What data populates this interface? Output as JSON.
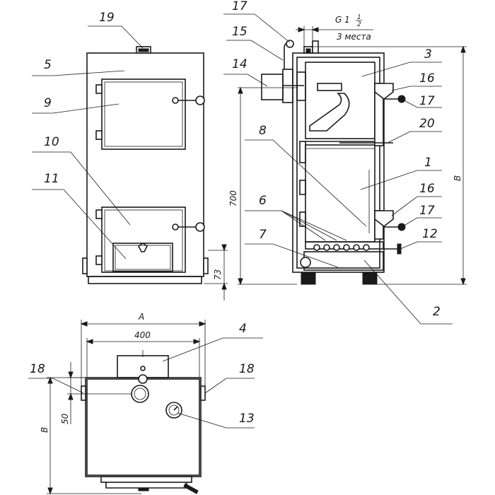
{
  "labels": {
    "n1": "1",
    "n2": "2",
    "n3": "3",
    "n4": "4",
    "n5": "5",
    "n6": "6",
    "n7": "7",
    "n8": "8",
    "n9": "9",
    "n10": "10",
    "n11": "11",
    "n12": "12",
    "n13": "13",
    "n14": "14",
    "n15": "15",
    "n16": "16",
    "n17": "17",
    "n18": "18",
    "n19": "19",
    "n20": "20"
  },
  "dimensions": {
    "height_700": "700",
    "height_73": "73",
    "height_B": "B",
    "width_A": "A",
    "width_400": "400",
    "depth_50": "50",
    "depth_B": "B",
    "thread_prefix": "G 1",
    "thread_num": "1",
    "thread_den": "2",
    "thread_places": "3 места"
  }
}
